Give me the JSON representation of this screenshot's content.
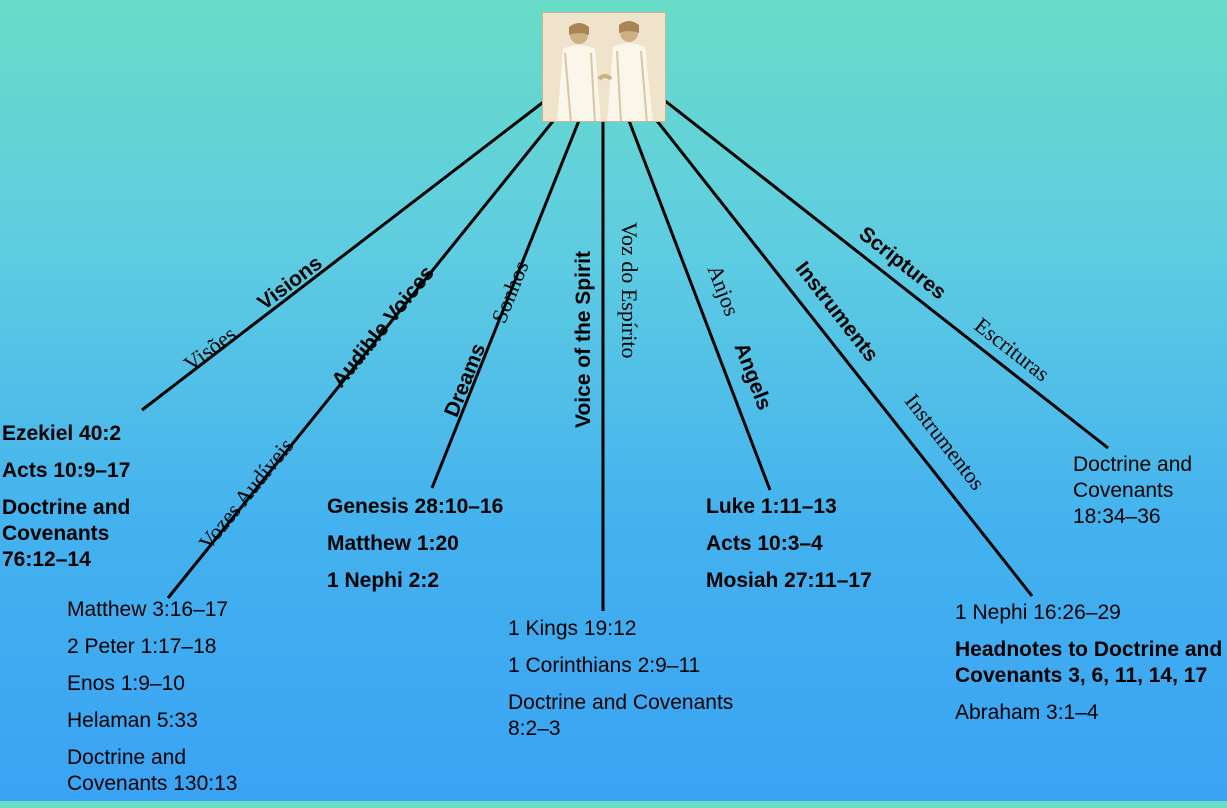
{
  "branches": {
    "visions": {
      "en": "Visions",
      "pt": "Visões"
    },
    "voices": {
      "en": "Audible Voices",
      "pt": "Vozes Audíveis"
    },
    "dreams": {
      "en": "Dreams",
      "pt": "Sonhos"
    },
    "spirit": {
      "en": "Voice of the Spirit",
      "pt": "Voz do Espírito"
    },
    "angels": {
      "en": "Angels",
      "pt": "Anjos"
    },
    "instruments": {
      "en": "Instruments",
      "pt": "Instrumentos"
    },
    "scriptures": {
      "en": "Scriptures",
      "pt": "Escrituras"
    }
  },
  "references": {
    "visions": [
      "Ezekiel 40:2",
      "Acts 10:9–17",
      "Doctrine and Covenants 76:12–14"
    ],
    "voices": [
      "Matthew 3:16–17",
      "2 Peter 1:17–18",
      "Enos 1:9–10",
      "Helaman 5:33",
      "Doctrine and Covenants 130:13"
    ],
    "dreams": [
      "Genesis 28:10–16",
      "Matthew 1:20",
      "1 Nephi 2:2"
    ],
    "spirit": [
      "1 Kings 19:12",
      "1 Corinthians 2:9–11",
      "Doctrine and Covenants 8:2–3"
    ],
    "angels": [
      "Luke 1:11–13",
      "Acts 10:3–4",
      "Mosiah 27:11–17"
    ],
    "instruments": [
      "1 Nephi 16:26–29",
      "Headnotes to Doctrine and Covenants 3, 6, 11, 14, 17",
      "Abraham 3:1–4"
    ],
    "scriptures": [
      "Doctrine and Covenants 18:34–36"
    ]
  },
  "colors": {
    "line": "#000000",
    "text": "#000000"
  }
}
